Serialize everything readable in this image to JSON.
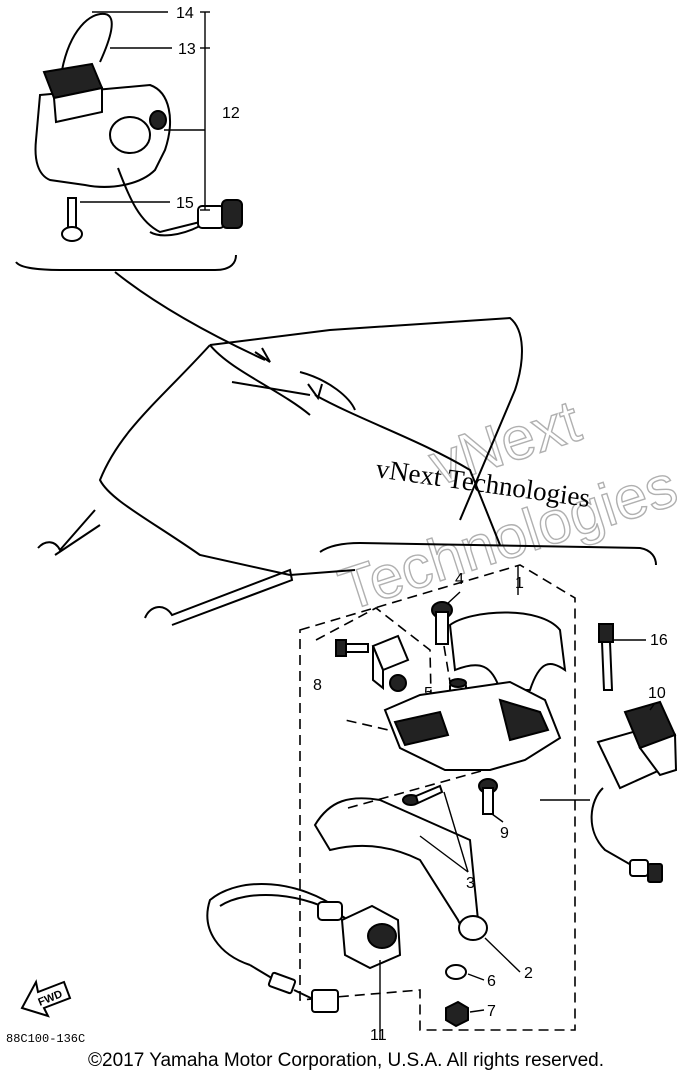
{
  "callouts": {
    "c1": "1",
    "c2": "2",
    "c3": "3",
    "c4": "4",
    "c5": "5",
    "c6": "6",
    "c7": "7",
    "c8": "8",
    "c9": "9",
    "c10": "10",
    "c11": "11",
    "c12": "12",
    "c13": "13",
    "c14": "14",
    "c15": "15",
    "c16": "16"
  },
  "watermark": {
    "outline_line1": "vNext",
    "outline_line2": "Technologies",
    "text": "vNext Technologies"
  },
  "direction_arrow_label": "FWD",
  "drawing_code": "88C100-136C",
  "copyright": "©2017 Yamaha Motor Corporation, U.S.A. All rights reserved."
}
